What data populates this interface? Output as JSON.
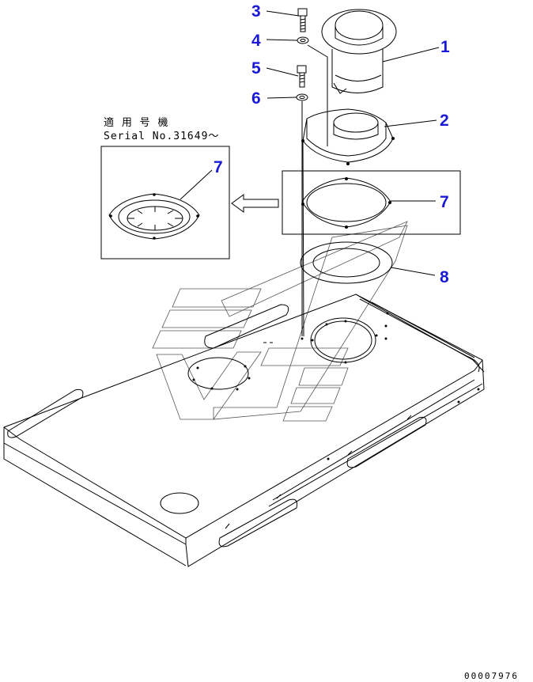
{
  "part_numbers": [
    "3",
    "4",
    "1",
    "5",
    "6",
    "2",
    "7",
    "7",
    "8"
  ],
  "callouts": {
    "c3": "3",
    "c4": "4",
    "c1": "1",
    "c5": "5",
    "c6": "6",
    "c2": "2",
    "c7_main": "7",
    "c7_inset": "7",
    "c8": "8"
  },
  "inset": {
    "applicability_label": "適 用 号 機",
    "serial_label": "Serial No.31649～"
  },
  "drawing_id": "00007976"
}
